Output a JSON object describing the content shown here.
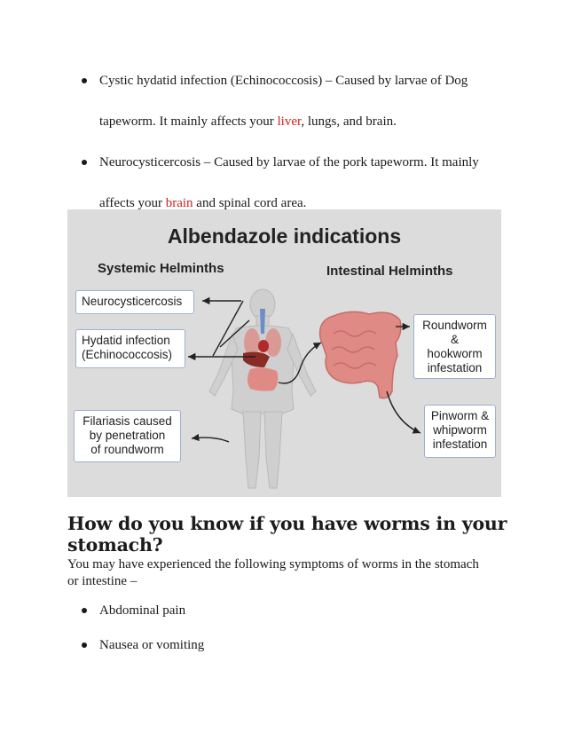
{
  "list_top": [
    {
      "pre": "Cystic hydatid infection (Echinococcosis) – Caused by larvae of Dog tapeworm. It mainly affects your ",
      "highlight": "liver",
      "post": ", lungs, and brain."
    },
    {
      "pre": "Neurocysticercosis – Caused by larvae of the pork tapeworm. It mainly affects your ",
      "highlight": "brain",
      "post": " and spinal cord area."
    }
  ],
  "figure": {
    "title": "Albendazole indications",
    "systemic_header": "Systemic Helminths",
    "intestinal_header": "Intestinal Helminths",
    "boxes": {
      "neuro": "Neurocysticercosis",
      "hydatid_1": "Hydatid infection",
      "hydatid_2": "(Echinococcosis)",
      "filariasis_1": "Filariasis caused",
      "filariasis_2": "by penetration",
      "filariasis_3": "of  roundworm",
      "roundworm_1": "Roundworm",
      "roundworm_2": "&",
      "roundworm_3": "hookworm",
      "roundworm_4": "infestation",
      "pinworm_1": "Pinworm &",
      "pinworm_2": "whipworm",
      "pinworm_3": "infestation"
    },
    "colors": {
      "background": "#dcdcdc",
      "box_border": "#9eb0cf",
      "body": "#cfcfcf",
      "intestine": "#e08a86"
    }
  },
  "heading": "How do you know if you have worms in your stomach?",
  "paragraph": "You may have experienced the following symptoms of worms in the stomach or intestine –",
  "list_bottom": [
    {
      "text": "Abdominal pain"
    },
    {
      "text": "Nausea or vomiting"
    }
  ],
  "highlight_color": "#cc2222"
}
